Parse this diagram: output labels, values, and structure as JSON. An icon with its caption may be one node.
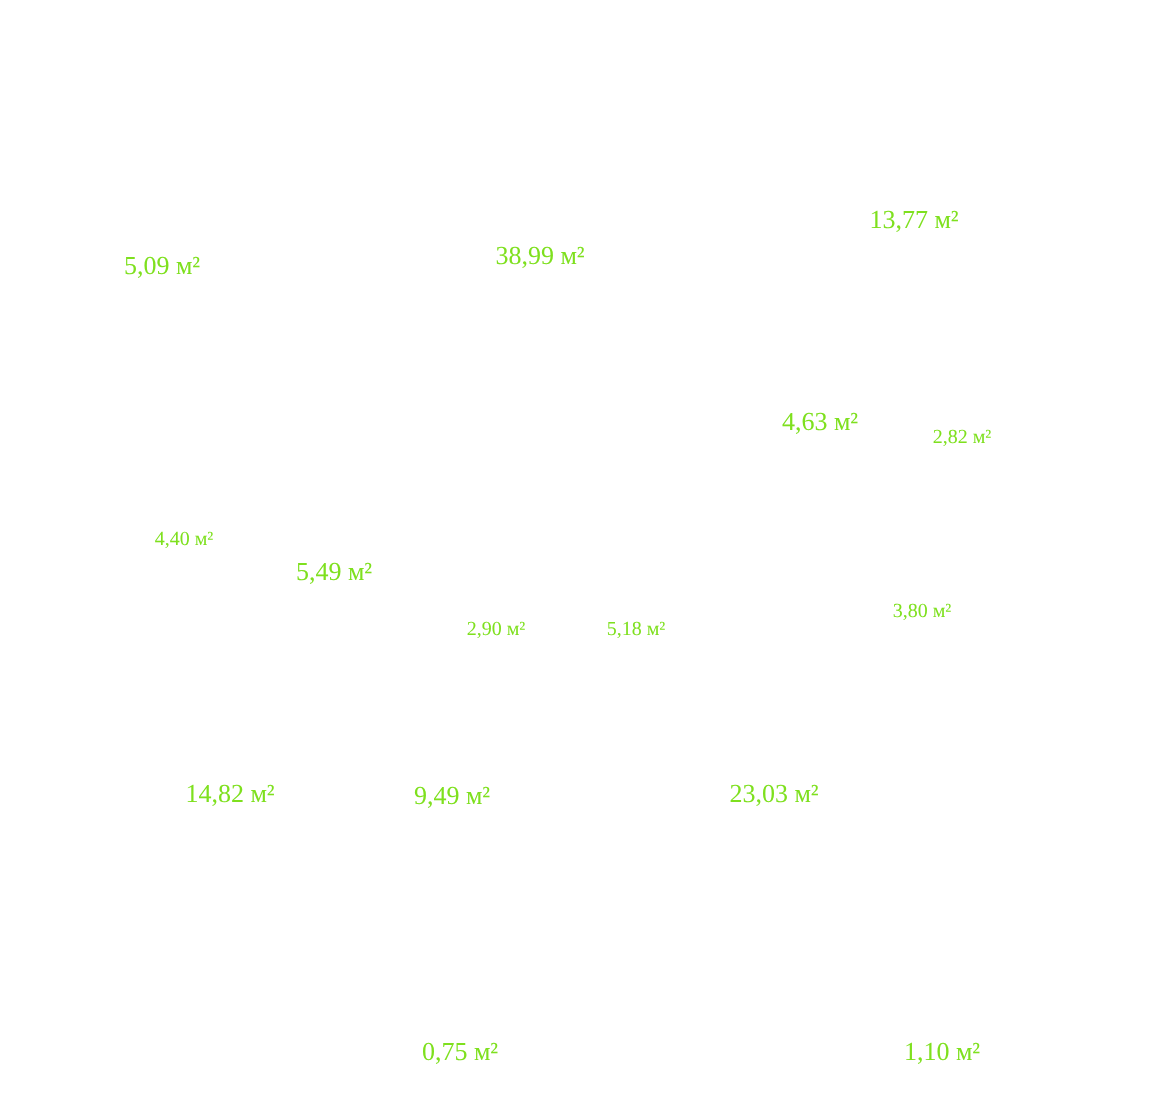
{
  "diagram": {
    "labels": [
      "13,77 м²",
      "38,99 м²",
      "5,09 м²",
      "4,63 м²",
      "2,82 м²",
      "4,40 м²",
      "5,49 м²",
      "3,80 м²",
      "2,90 м²",
      "5,18 м²",
      "14,82 м²",
      "9,49 м²",
      "23,03 м²",
      "0,75 м²",
      "1,10 м²"
    ]
  }
}
